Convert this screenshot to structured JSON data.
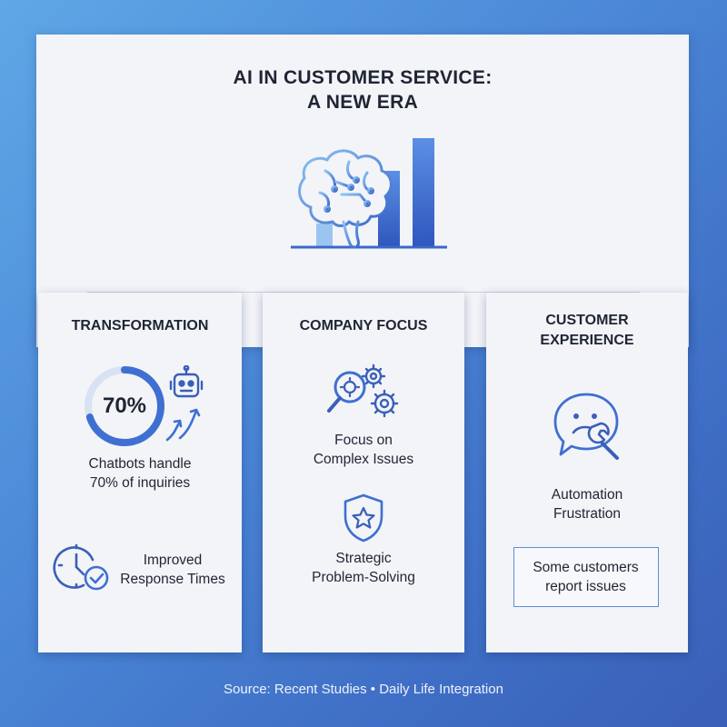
{
  "title": {
    "line1": "AI IN CUSTOMER SERVICE:",
    "line2": "A NEW ERA"
  },
  "hero": {
    "icons": [
      "brain-circuit-icon",
      "bar-chart-icon"
    ]
  },
  "panels": {
    "transformation": {
      "title": "TRANSFORMATION",
      "stat": "70%",
      "stat_fraction": 0.7,
      "stat_text_line1": "Chatbots handle",
      "stat_text_line2": "70% of inquiries",
      "benefit_line1": "Improved",
      "benefit_line2": "Response Times",
      "icons": [
        "progress-ring",
        "robot-icon",
        "growth-arrows-icon",
        "clock-check-icon"
      ]
    },
    "company_focus": {
      "title": "COMPANY FOCUS",
      "item1_line1": "Focus on",
      "item1_line2": "Complex Issues",
      "item2_line1": "Strategic",
      "item2_line2": "Problem-Solving",
      "icons": [
        "magnifier-gears-icon",
        "shield-star-icon"
      ]
    },
    "customer_experience": {
      "title_line1": "CUSTOMER",
      "title_line2": "EXPERIENCE",
      "item_line1": "Automation",
      "item_line2": "Frustration",
      "note_line1": "Some customers",
      "note_line2": "report issues",
      "icons": [
        "sad-chat-wrench-icon"
      ]
    }
  },
  "footer": {
    "source": "Source: Recent Studies • Daily Life Integration"
  },
  "colors": {
    "accent": "#3f6fd1",
    "light_accent": "#8ab8ef",
    "text": "#1f2533",
    "panel": "#f2f4f8"
  }
}
